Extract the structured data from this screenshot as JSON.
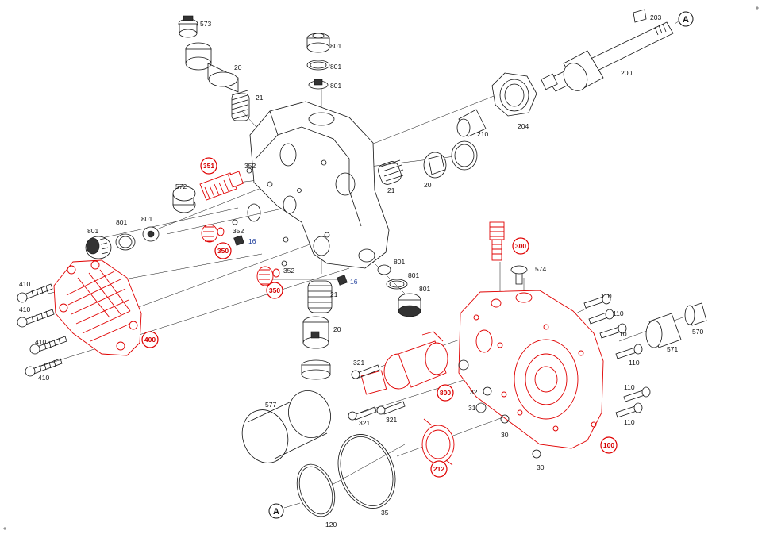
{
  "parts": {
    "p573": "573",
    "p20a": "20",
    "p21a": "21",
    "p801a": "801",
    "p801b": "801",
    "p801c": "801",
    "p203": "203",
    "p200": "200",
    "p204": "204",
    "p210": "210",
    "p21b": "21",
    "p20b": "20",
    "p351": "351",
    "p352a": "352",
    "p572": "572",
    "p801d": "801",
    "p801e": "801",
    "p801f": "801",
    "p350a": "350",
    "p352b": "352",
    "p16a": "16",
    "p350b": "350",
    "p352c": "352",
    "p16b": "16",
    "p21c": "21",
    "p20c": "20",
    "p801g": "801",
    "p801h": "801",
    "p801i": "801",
    "p410a": "410",
    "p410b": "410",
    "p410c": "410",
    "p410d": "410",
    "p400": "400",
    "p300": "300",
    "p574": "574",
    "p110a": "110",
    "p110b": "110",
    "p110c": "110",
    "p110d": "110",
    "p110e": "110",
    "p110f": "110",
    "p570": "570",
    "p571": "571",
    "p321a": "321",
    "p321b": "321",
    "p321c": "321",
    "p800": "800",
    "p32": "32",
    "p31": "31",
    "p30a": "30",
    "p30b": "30",
    "p100": "100",
    "p577": "577",
    "p212": "212",
    "p35": "35",
    "p120": "120"
  },
  "connectors": {
    "a_top": "A",
    "a_bottom": "A"
  },
  "colors": {
    "line": "#111111",
    "highlight": "#e00000",
    "blue_label": "#1a3a9a"
  }
}
